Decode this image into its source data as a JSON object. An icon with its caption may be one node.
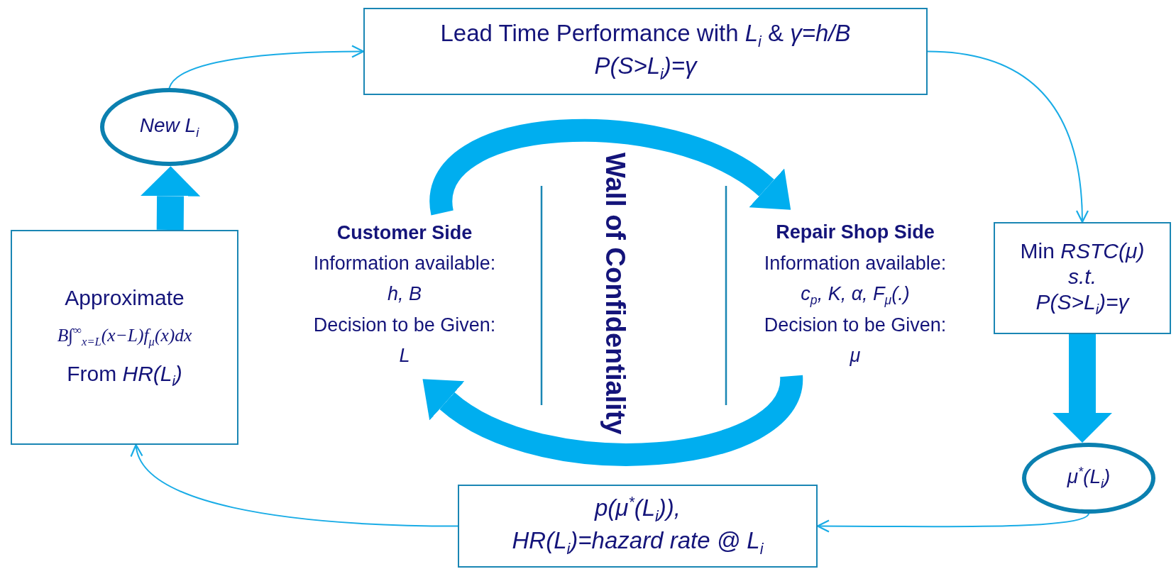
{
  "diagram": {
    "nodes": [
      {
        "text": [
          "Lead Time Performance with *L$_{i}$* & *γ=h/B*",
          "P(S>L$_{i}$)=γ"
        ]
      },
      {
        "text": [
          "Min *RSTC(μ)*",
          "s.t.",
          "P(S>L$_{i}$)=γ"
        ]
      },
      {
        "text": [
          "μ$^{*}$(L$_{i}$)"
        ]
      },
      {
        "text": [
          "p(μ$^{*}$(L$_{i}$)),",
          "HR(L$_{i}$)=hazard rate @ L$_{i}$"
        ]
      },
      {
        "text": [
          "Approximate",
          "B∫$^{∞}$$_{x=L}$(x−L)f$_{μ}$(x)dx",
          "From *HR(L$_{i}$)*"
        ]
      },
      {
        "text": [
          "New L$_{i}$"
        ]
      },
      {
        "text": [
          "Customer Side",
          "Information available:",
          "h, B",
          "Decision to be Given:",
          "L"
        ]
      },
      {
        "text": [
          "Repair Shop Side",
          "Information available:",
          "c$_{p}$, K, α, F$_{μ}$(.)",
          "Decision to be Given:",
          "μ"
        ]
      }
    ],
    "edges": [
      {
        "from": 5,
        "to": 0,
        "arrow": "to"
      },
      {
        "from": 0,
        "to": 1,
        "arrow": "to"
      },
      {
        "from": 1,
        "to": 2,
        "arrow": "to",
        "style": "thick"
      },
      {
        "from": 2,
        "to": 3,
        "arrow": "to"
      },
      {
        "from": 3,
        "to": 4,
        "arrow": "to"
      },
      {
        "from": 4,
        "to": 5,
        "arrow": "to",
        "style": "thick"
      },
      {
        "from": 6,
        "to": 7,
        "arrow": "to",
        "style": "thick"
      },
      {
        "from": 7,
        "to": 6,
        "arrow": "to",
        "style": "thick"
      }
    ],
    "labels": [
      "Wall of Confidentiality"
    ]
  }
}
